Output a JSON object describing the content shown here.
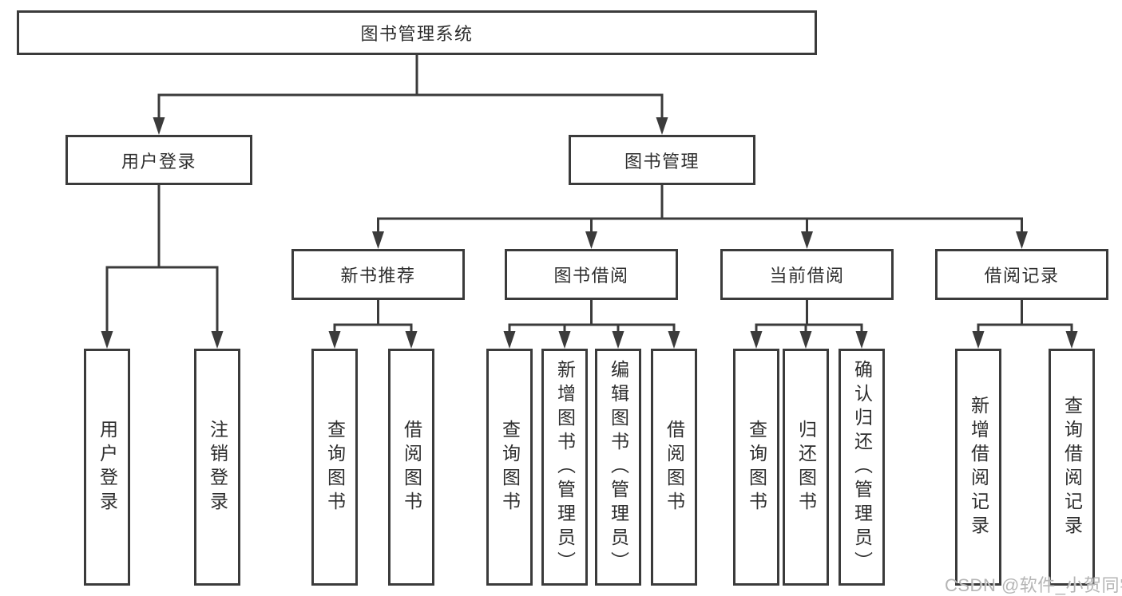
{
  "diagram": {
    "title": "图书管理系统",
    "nodes": [
      {
        "id": "root",
        "label": "图书管理系统"
      },
      {
        "id": "user-login",
        "label": "用户登录"
      },
      {
        "id": "book-mgmt",
        "label": "图书管理"
      },
      {
        "id": "new-book-rec",
        "label": "新书推荐"
      },
      {
        "id": "book-borrow",
        "label": "图书借阅"
      },
      {
        "id": "current-borrow",
        "label": "当前借阅"
      },
      {
        "id": "borrow-records",
        "label": "借阅记录"
      },
      {
        "id": "v-user-login",
        "label": "用户登录"
      },
      {
        "id": "v-logout",
        "label": "注销登录"
      },
      {
        "id": "nb-query",
        "label": "查询图书"
      },
      {
        "id": "nb-borrow",
        "label": "借阅图书"
      },
      {
        "id": "bb-query",
        "label": "查询图书"
      },
      {
        "id": "bb-add",
        "label": "新增图书（管理员）"
      },
      {
        "id": "bb-edit",
        "label": "编辑图书（管理员）"
      },
      {
        "id": "bb-borrow",
        "label": "借阅图书"
      },
      {
        "id": "cb-query",
        "label": "查询图书"
      },
      {
        "id": "cb-return",
        "label": "归还图书"
      },
      {
        "id": "cb-confirm",
        "label": "确认归还（管理员）"
      },
      {
        "id": "br-add",
        "label": "新增借阅记录"
      },
      {
        "id": "br-query",
        "label": "查询借阅记录"
      }
    ],
    "edges": [
      {
        "parent": "root",
        "children": [
          "user-login",
          "book-mgmt"
        ]
      },
      {
        "parent": "user-login",
        "children": [
          "v-user-login",
          "v-logout"
        ]
      },
      {
        "parent": "book-mgmt",
        "children": [
          "new-book-rec",
          "book-borrow",
          "current-borrow",
          "borrow-records"
        ]
      },
      {
        "parent": "new-book-rec",
        "children": [
          "nb-query",
          "nb-borrow"
        ]
      },
      {
        "parent": "book-borrow",
        "children": [
          "bb-query",
          "bb-add",
          "bb-edit",
          "bb-borrow"
        ]
      },
      {
        "parent": "current-borrow",
        "children": [
          "cb-query",
          "cb-return",
          "cb-confirm"
        ]
      },
      {
        "parent": "borrow-records",
        "children": [
          "br-add",
          "br-query"
        ]
      }
    ],
    "colors": {
      "line": "#3b3b3b",
      "box_border": "#3b3b3b",
      "text": "#2e2e2e",
      "background": "#ffffff",
      "watermark": "#b5b5b5"
    }
  },
  "watermark": {
    "text": "CSDN @软件_小贺同学"
  }
}
